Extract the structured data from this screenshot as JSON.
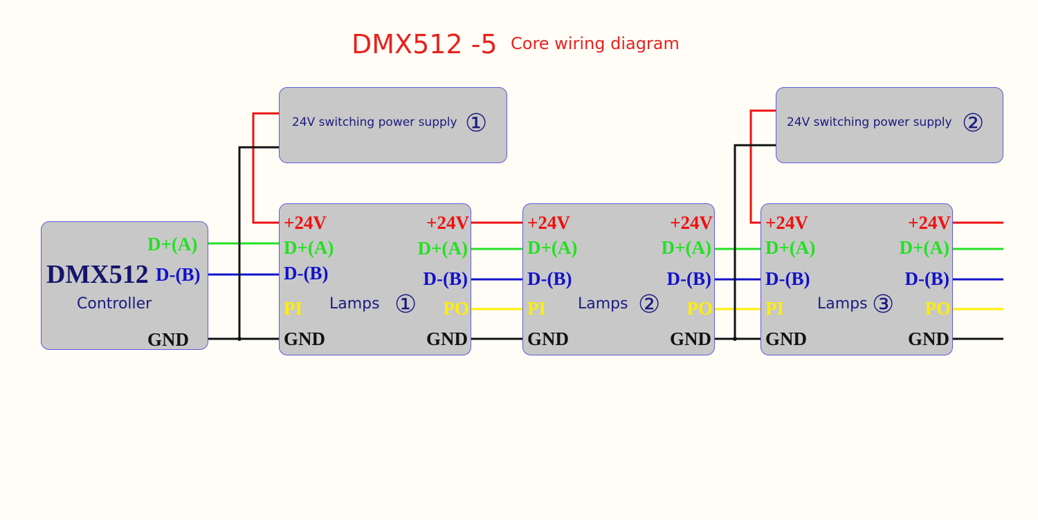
{
  "title": {
    "main": "DMX512 -5",
    "sub": "Core wiring diagram"
  },
  "power_supplies": [
    {
      "label": "24V switching power supply",
      "number": "①"
    },
    {
      "label": "24V switching power supply",
      "number": "②"
    }
  ],
  "controller": {
    "name": "DMX512",
    "subtitle": "Controller",
    "pins": {
      "d_plus": "D+(A)",
      "d_minus": "D-(B)",
      "gnd": "GND"
    }
  },
  "lamps": [
    {
      "label": "Lamps",
      "number": "①"
    },
    {
      "label": "Lamps",
      "number": "②"
    },
    {
      "label": "Lamps",
      "number": "③"
    }
  ],
  "lamp_pins": {
    "v24": "+24V",
    "d_plus": "D+(A)",
    "d_minus": "D-(B)",
    "pi": "PI",
    "po": "PO",
    "gnd": "GND"
  },
  "colors": {
    "v24": "#ee1111",
    "d_plus": "#22e022",
    "d_minus": "#1111cc",
    "signal": "#ffee00",
    "gnd": "#111111",
    "box_fill": "#c8c8c8",
    "box_border": "#5a5ad8"
  }
}
